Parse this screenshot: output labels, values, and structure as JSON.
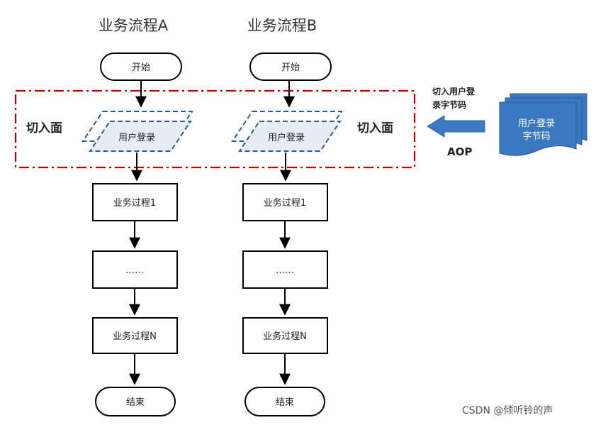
{
  "flows": [
    {
      "title": "业务流程A",
      "steps": [
        "开始",
        "用户登录",
        "业务过程1",
        "……",
        "业务过程N",
        "结束"
      ]
    },
    {
      "title": "业务流程B",
      "steps": [
        "开始",
        "用户登录",
        "业务过程1",
        "……",
        "业务过程N",
        "结束"
      ]
    }
  ],
  "aspect_label_left": "切入面",
  "aspect_label_right": "切入面",
  "inject": {
    "caption_line1": "切入用户登",
    "caption_line2": "录字节码",
    "arrow_label": "AOP",
    "doc_line1": "用户登录",
    "doc_line2": "字节码"
  },
  "watermark": "CSDN @倾听铃的声",
  "colors": {
    "dashed_frame": "#c00000",
    "parallelogram_stroke": "#2e5c9a",
    "doc_fill": "#3b78c2",
    "arrow_fill": "#3e7ac4",
    "line": "#000000"
  }
}
